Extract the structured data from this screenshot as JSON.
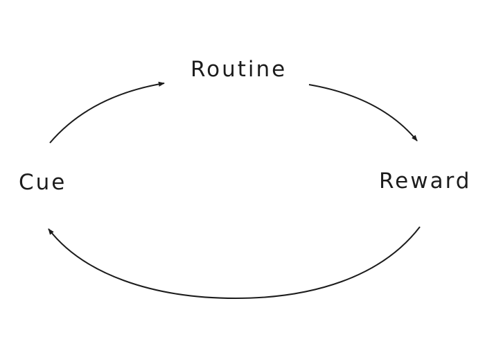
{
  "diagram": {
    "nodes": {
      "routine": {
        "label": "Routine"
      },
      "cue": {
        "label": "Cue"
      },
      "reward": {
        "label": "Reward"
      }
    },
    "edges": [
      {
        "from": "cue",
        "to": "routine"
      },
      {
        "from": "routine",
        "to": "reward"
      },
      {
        "from": "reward",
        "to": "cue"
      }
    ],
    "colors": {
      "ink": "#1c1c1c",
      "background": "#ffffff"
    }
  }
}
